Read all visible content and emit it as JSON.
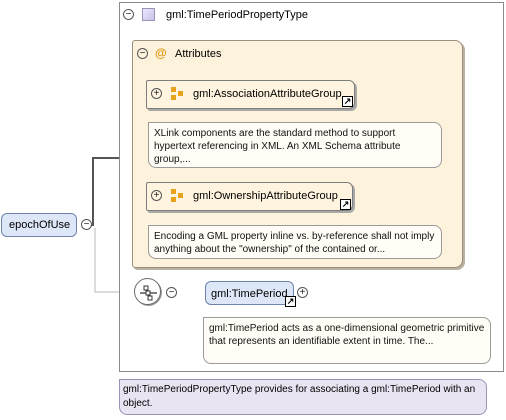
{
  "root": {
    "label": "epochOfUse"
  },
  "type": {
    "name": "gml:TimePeriodPropertyType"
  },
  "attributes": {
    "label": "Attributes",
    "groups": [
      {
        "name": "gml:AssociationAttributeGroup",
        "doc": "XLink components are the standard method to support hypertext referencing in XML. An XML Schema attribute group,..."
      },
      {
        "name": "gml:OwnershipAttributeGroup",
        "doc": "Encoding a GML property inline vs. by-reference shall not imply anything about the \"ownership\" of the contained or..."
      }
    ]
  },
  "child": {
    "name": "gml:TimePeriod",
    "doc": "gml:TimePeriod acts as a one-dimensional geometric primitive that represents an identifiable extent in time. The..."
  },
  "type_doc": "gml:TimePeriodPropertyType provides for associating a gml:TimePeriod with an object.",
  "glyphs": {
    "minus": "−",
    "plus": "+",
    "at": "@",
    "link": "↗"
  },
  "colors": {
    "attributes_bg": "#fdf2dc",
    "element_bg": "#dde7f7",
    "group_icon": "#e8a21c",
    "type_doc_bg": "#e9e4f2"
  }
}
